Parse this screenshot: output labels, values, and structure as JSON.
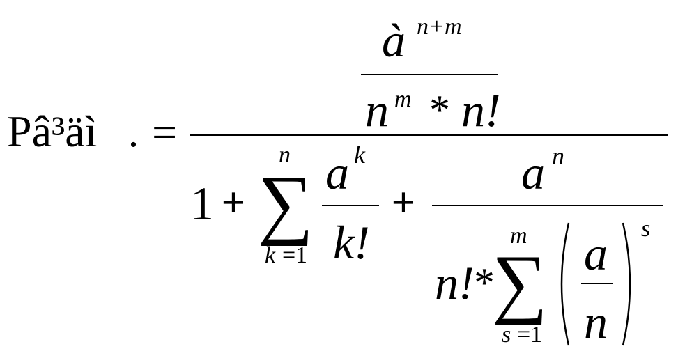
{
  "lhs": {
    "label": "Pâ³äì",
    "dot": ".",
    "equals": "="
  },
  "top": {
    "a": "à",
    "exp": "n+m",
    "n": "n",
    "m": "m",
    "star": "*",
    "nfact": "n!"
  },
  "bottom": {
    "one": "1",
    "plus1": "+",
    "sum1": {
      "upper": "n",
      "lower_var": "k",
      "lower_eq": "=",
      "lower_one": "1"
    },
    "frac1": {
      "a": "a",
      "k": "k",
      "kfact": "k!"
    },
    "plus2": "+",
    "frac2": {
      "a": "a",
      "n": "n",
      "nfact": "n!",
      "star": "*",
      "sum2": {
        "upper": "m",
        "lower_var": "s",
        "lower_eq": "=",
        "lower_one": "1"
      },
      "inner": {
        "a": "a",
        "n": "n"
      },
      "power": "s"
    }
  }
}
